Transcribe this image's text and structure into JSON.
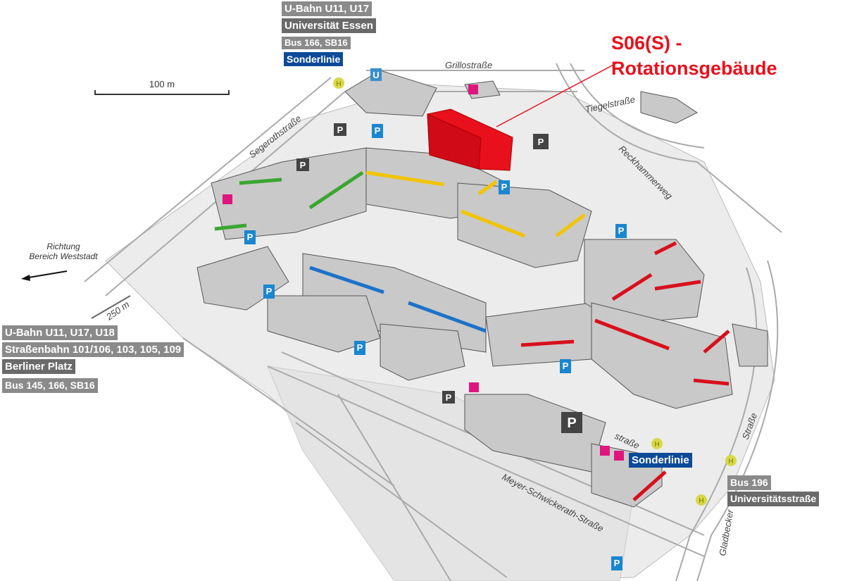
{
  "title": {
    "line1": "S06(S) -",
    "line2": "Rotationsgebäude"
  },
  "scale": {
    "label": "100 m"
  },
  "direction": {
    "line1": "Richtung",
    "line2": "Bereich Weststadt",
    "distance": "250 m"
  },
  "transit_north": {
    "line1": "U-Bahn U11, U17",
    "stop": "Universität Essen",
    "bus": "Bus 166, SB16",
    "special": "Sonderlinie"
  },
  "transit_west": {
    "line1": "U-Bahn U11, U17, U18",
    "tram": "Straßenbahn 101/106, 103, 105, 109",
    "stop": "Berliner Platz",
    "bus": "Bus 145, 166, SB16"
  },
  "transit_south": {
    "special": "Sonderlinie"
  },
  "transit_east": {
    "bus": "Bus 196",
    "stop": "Universitätsstraße"
  },
  "streets": {
    "grillo": "Grillostraße",
    "segeroth": "Segerothstraße",
    "tiegel": "Tiegelstraße",
    "reckhammer": "Reckhammerweg",
    "meyer": "Meyer-Schwickerath-Straße",
    "gladbecker": "Gladbecker",
    "strasse_e": "Straße",
    "strasse_s": "straße"
  },
  "icons": {
    "parking": "P",
    "ubahn": "U",
    "bus_stop": "H"
  },
  "colors": {
    "highlight": "#e8101c",
    "green": "#3aa630",
    "yellow": "#f2c400",
    "blue": "#1c72c8",
    "red": "#d8101c",
    "label_blue": "#0d4a97",
    "parking_blue": "#1b86d0"
  }
}
